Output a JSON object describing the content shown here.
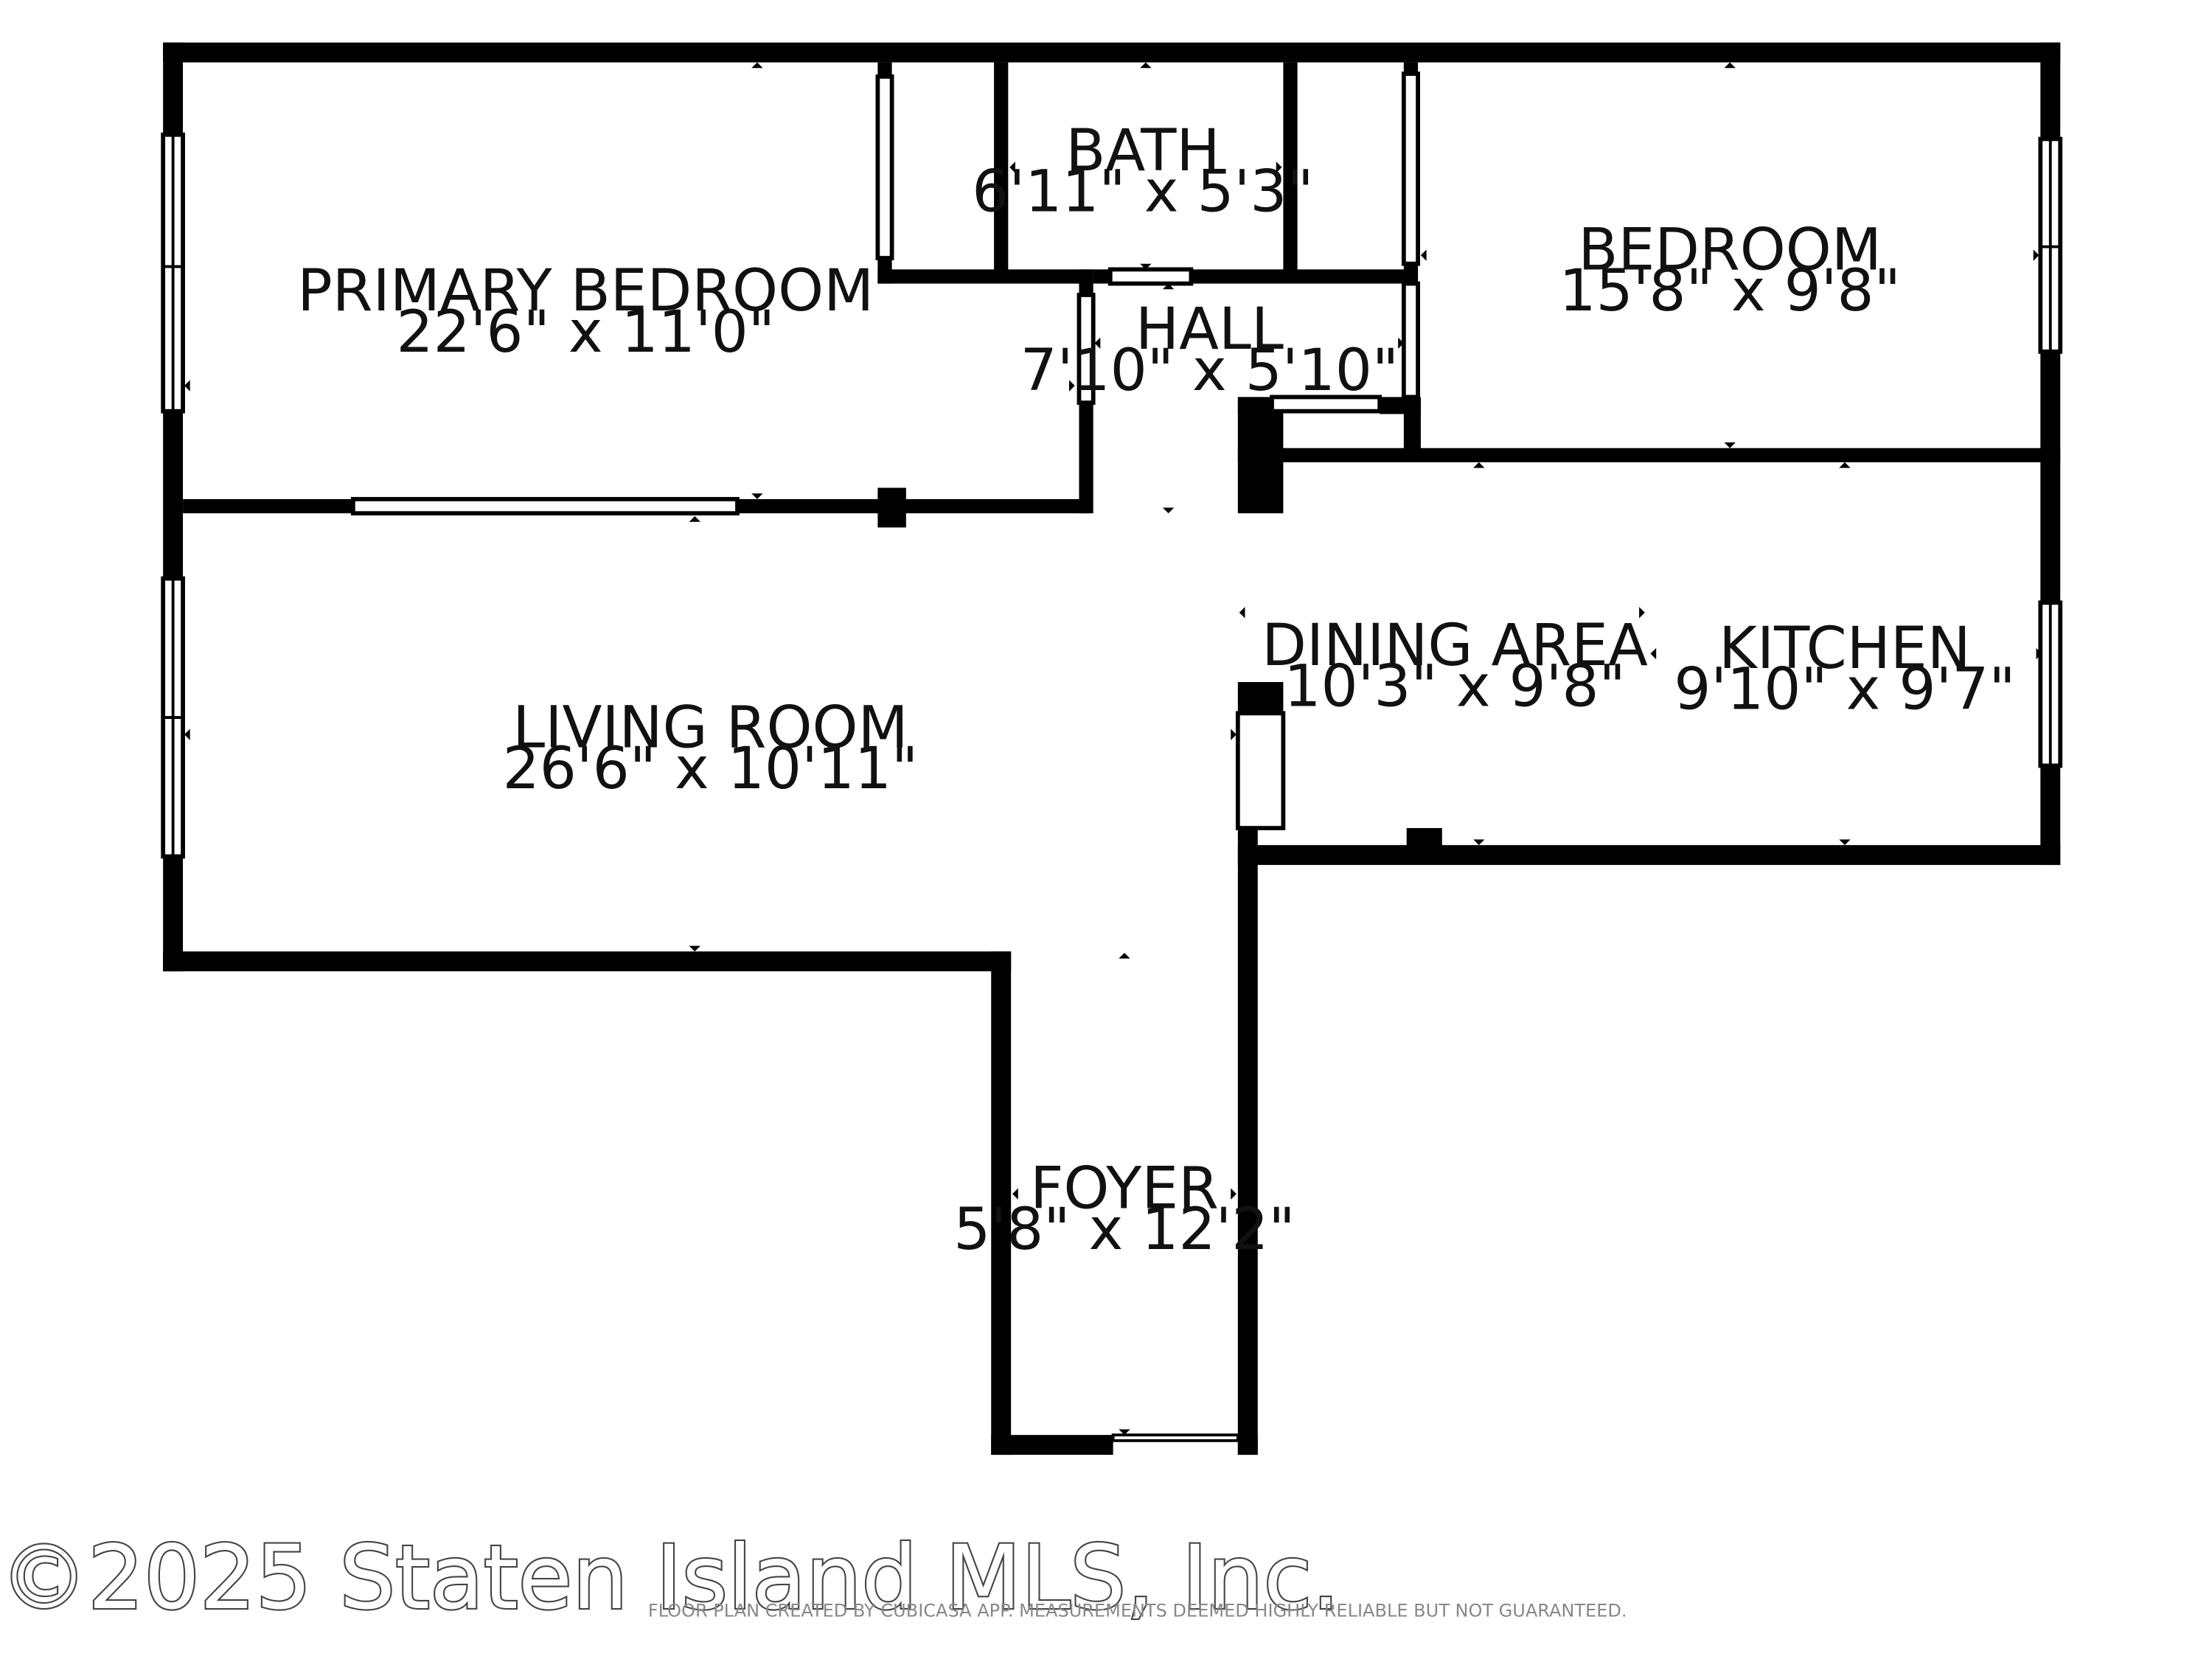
{
  "rooms": [
    {
      "name": "PRIMARY BEDROOM",
      "dimensions": "22'6\" x 11'0\""
    },
    {
      "name": "BATH",
      "dimensions": "6'11\" x 5'3\""
    },
    {
      "name": "HALL",
      "dimensions": "7'10\" x 5'10\""
    },
    {
      "name": "BEDROOM",
      "dimensions": "15'8\" x 9'8\""
    },
    {
      "name": "LIVING ROOM",
      "dimensions": "26'6\" x 10'11\""
    },
    {
      "name": "DINING AREA",
      "dimensions": "10'3\" x 9'8\""
    },
    {
      "name": "KITCHEN",
      "dimensions": "9'10\" x 9'7\""
    },
    {
      "name": "FOYER",
      "dimensions": "5'8\" x 12'2\""
    }
  ],
  "footer": {
    "copyright": "©2025 Staten Island MLS, Inc.",
    "disclaimer": "FLOOR PLAN CREATED BY CUBICASA APP. MEASUREMENTS DEEMED HIGHLY RELIABLE BUT NOT GUARANTEED."
  },
  "colors": {
    "wall": "#000000",
    "background": "#ffffff",
    "text": "#111111"
  }
}
